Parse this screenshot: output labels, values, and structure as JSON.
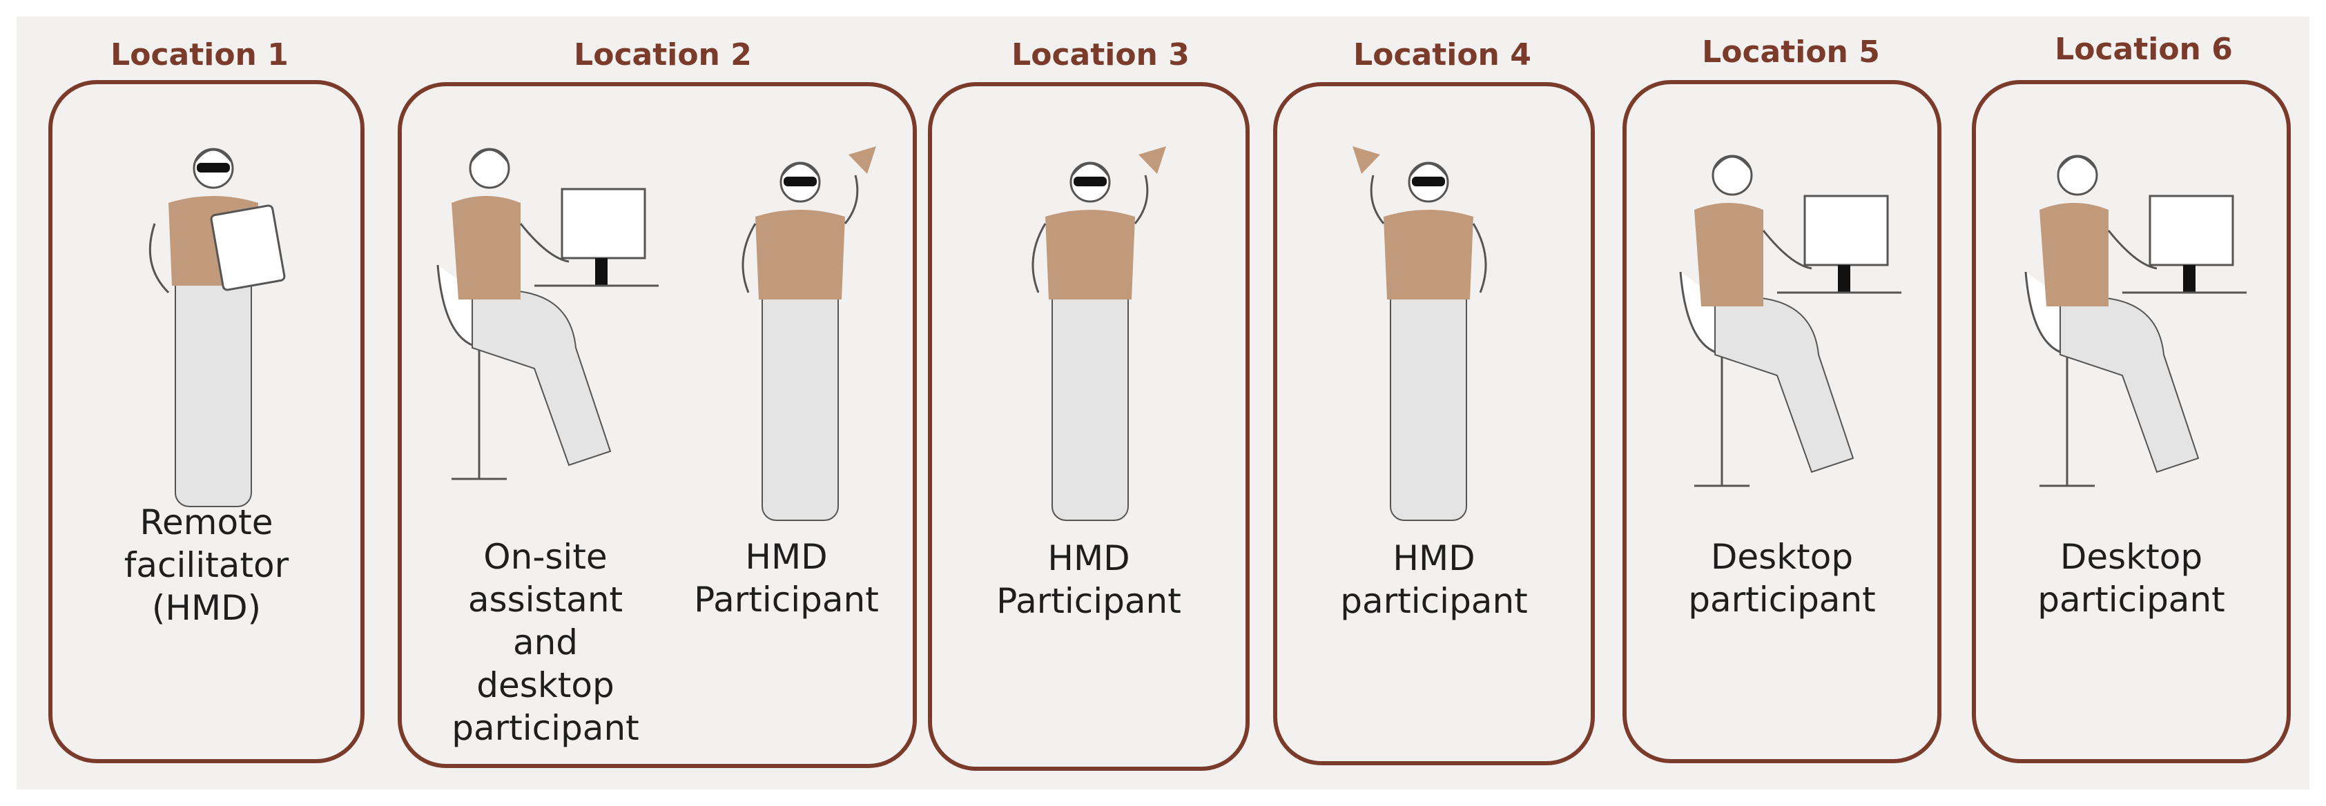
{
  "locations": [
    {
      "title": "Location 1",
      "people": [
        {
          "caption": [
            "Remote",
            "facilitator",
            "(HMD)"
          ],
          "pose": "standing-tablet"
        }
      ]
    },
    {
      "title": "Location 2",
      "people": [
        {
          "caption": [
            "On-site",
            "assistant",
            "and",
            "desktop",
            "participant"
          ],
          "pose": "seated-desk"
        },
        {
          "caption": [
            "HMD",
            "Participant"
          ],
          "pose": "standing-pointing-right"
        }
      ]
    },
    {
      "title": "Location 3",
      "people": [
        {
          "caption": [
            "HMD",
            "Participant"
          ],
          "pose": "standing-pointing-right"
        }
      ]
    },
    {
      "title": "Location 4",
      "people": [
        {
          "caption": [
            "HMD",
            "participant"
          ],
          "pose": "standing-pointing-left"
        }
      ]
    },
    {
      "title": "Location 5",
      "people": [
        {
          "caption": [
            "Desktop",
            "participant"
          ],
          "pose": "seated-desk"
        }
      ]
    },
    {
      "title": "Location 6",
      "people": [
        {
          "caption": [
            "Desktop",
            "participant"
          ],
          "pose": "seated-desk"
        }
      ]
    }
  ],
  "colors": {
    "frame": "#7a3b2a",
    "title": "#7a3b2a",
    "torso": "#c19a7c",
    "legs": "#e4e4e4",
    "outline": "#555555",
    "text": "#1e1e1e"
  },
  "icons": {
    "standing-tablet": "person-with-tablet-icon",
    "seated-desk": "person-at-desk-icon",
    "standing-pointing-right": "person-pointing-icon",
    "standing-pointing-left": "person-pointing-icon"
  }
}
